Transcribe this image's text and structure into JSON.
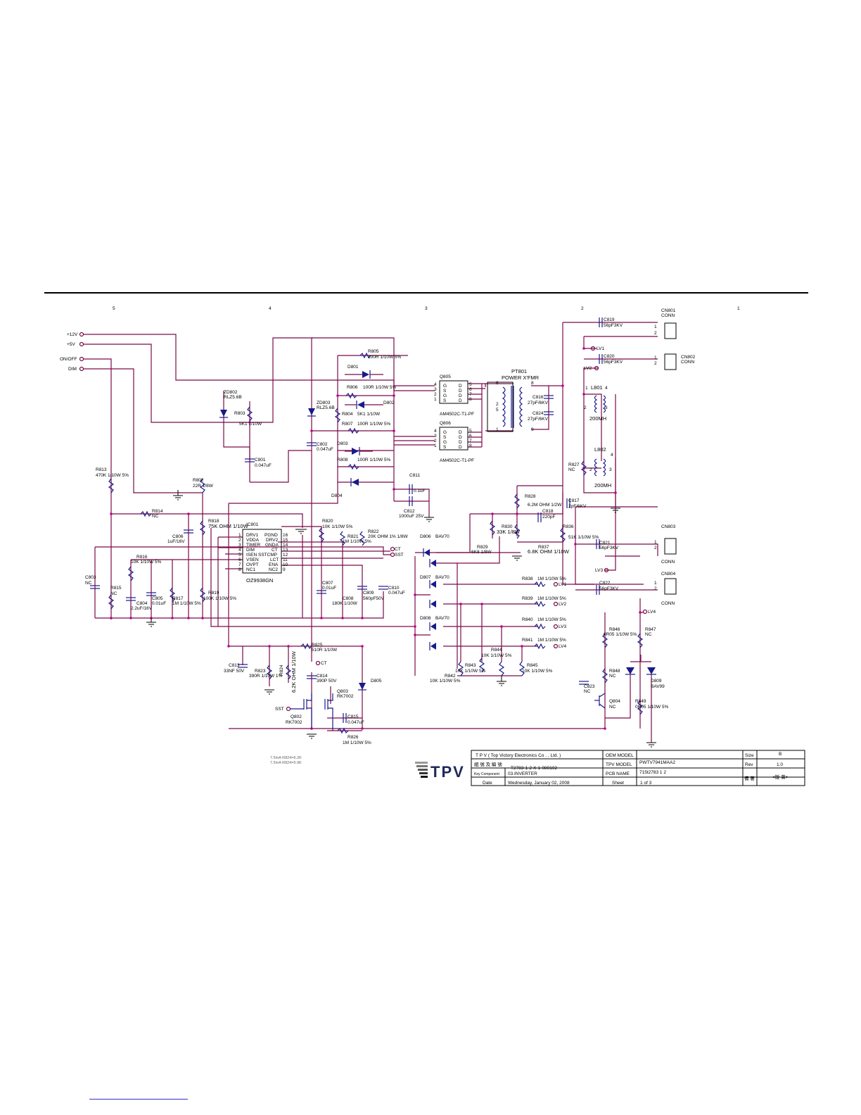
{
  "zone_markers": [
    "5",
    "4",
    "3",
    "2",
    "1"
  ],
  "nets_left": [
    "+12V",
    "+5V",
    "ON/OFF",
    "DIM"
  ],
  "ic801": {
    "ref": "IC801",
    "part": "OZ9938GN",
    "pins_left": [
      {
        "num": "1",
        "name": "DRV1"
      },
      {
        "num": "2",
        "name": "VDDA"
      },
      {
        "num": "3",
        "name": "TIMER"
      },
      {
        "num": "4",
        "name": "DIM"
      },
      {
        "num": "5",
        "name": "ISEN"
      },
      {
        "num": "6",
        "name": "VSEN"
      },
      {
        "num": "7",
        "name": "OVPT"
      },
      {
        "num": "8",
        "name": "NC1"
      }
    ],
    "pins_right": [
      {
        "num": "16",
        "name": "PGND"
      },
      {
        "num": "15",
        "name": "DRV2"
      },
      {
        "num": "14",
        "name": "GNDA"
      },
      {
        "num": "13",
        "name": "CT"
      },
      {
        "num": "12",
        "name": "SSTCMP"
      },
      {
        "num": "11",
        "name": "LCT"
      },
      {
        "num": "10",
        "name": "ENA"
      },
      {
        "num": "9",
        "name": "NC2"
      }
    ]
  },
  "components": {
    "zd802": {
      "ref": "ZD802",
      "value": "RLZ5.6B"
    },
    "zd803": {
      "ref": "ZD803",
      "value": "RLZ5.6B"
    },
    "r803": {
      "ref": "R803",
      "value": "5K1 1/10W"
    },
    "r804": {
      "ref": "R804",
      "value": "5K1 1/10W"
    },
    "r805": {
      "ref": "R805",
      "value": "100R 1/10W 5%"
    },
    "r806": {
      "ref": "R806",
      "value": "100R 1/10W 5%"
    },
    "r807": {
      "ref": "R807",
      "value": "100R 1/10W 5%"
    },
    "r808": {
      "ref": "R808",
      "value": "100R 1/10W 5%"
    },
    "d801": {
      "ref": "D801"
    },
    "d802": {
      "ref": "D802"
    },
    "d803": {
      "ref": "D803"
    },
    "d804": {
      "ref": "D804"
    },
    "c801": {
      "ref": "C801",
      "value": "0.047uF"
    },
    "c802": {
      "ref": "C802",
      "value": "0.047uF"
    },
    "c811": {
      "ref": "C811",
      "value": "0.1uF"
    },
    "c812": {
      "ref": "C812",
      "value": "1000uF 25V"
    },
    "q805": {
      "ref": "Q805",
      "value": "AM4502C-T1-PF"
    },
    "q806": {
      "ref": "Q806",
      "value": "AM4502C-T1-PF"
    },
    "pt801": {
      "ref": "PT801",
      "value": "POWER X'FMR"
    },
    "c816": {
      "ref": "C816",
      "value": "27pF/6KV"
    },
    "c824": {
      "ref": "C824",
      "value": "27pF/6KV"
    },
    "c819": {
      "ref": "C819",
      "value": "56pF3KV"
    },
    "c820": {
      "ref": "C820",
      "value": "56pF3KV"
    },
    "c821": {
      "ref": "C821",
      "value": "56pF3KV"
    },
    "c822": {
      "ref": "C822",
      "value": "56pF3KV"
    },
    "l801": {
      "ref": "L801",
      "value": "200MH"
    },
    "l802": {
      "ref": "L802",
      "value": "200MH"
    },
    "r827": {
      "ref": "R827",
      "value": "NC"
    },
    "r828": {
      "ref": "R828",
      "value": "6.2M OHM 1/2W"
    },
    "c817": {
      "ref": "C817",
      "value": "2pF/6KV"
    },
    "c818": {
      "ref": "C818",
      "value": "220pF"
    },
    "r830": {
      "ref": "R830",
      "value": "33K 1/8W"
    },
    "r829": {
      "ref": "R829",
      "value": "6K8 1/8W"
    },
    "r836": {
      "ref": "R836",
      "value": "51K 1/10W 5%"
    },
    "r837": {
      "ref": "R837",
      "value": "6.8K OHM 1/10W"
    },
    "r813": {
      "ref": "R813",
      "value": "470K 1/10W 5%"
    },
    "r802": {
      "ref": "R802",
      "value": "22R 1/8W"
    },
    "r814": {
      "ref": "R814",
      "value": "NC"
    },
    "r818": {
      "ref": "R818",
      "value": "75K OHM 1/10W"
    },
    "c806": {
      "ref": "C806",
      "value": "1uF/16V"
    },
    "r816": {
      "ref": "R816",
      "value": "10K 1/10W 5%"
    },
    "c803": {
      "ref": "C803",
      "value": "NC"
    },
    "r815": {
      "ref": "R815",
      "value": "NC"
    },
    "c804": {
      "ref": "C804",
      "value": "2.2uF/16V"
    },
    "c805": {
      "ref": "C805",
      "value": "0.01uF"
    },
    "r817": {
      "ref": "R817",
      "value": "1M 1/10W 5%"
    },
    "r819": {
      "ref": "R819",
      "value": "100K 1/10W 5%"
    },
    "r820": {
      "ref": "R820",
      "value": "10K 1/10W 5%"
    },
    "r821": {
      "ref": "R821",
      "value": "1M 1/10W 5%"
    },
    "r822": {
      "ref": "R822",
      "value": "20K OHM 1% 1/8W"
    },
    "c807": {
      "ref": "C807",
      "value": "0.01uF"
    },
    "c808": {
      "ref": "C808",
      "value": "180K 1/10W"
    },
    "c809": {
      "ref": "C809",
      "value": "560pF50V"
    },
    "c810": {
      "ref": "C810",
      "value": "0.047uF"
    },
    "d806": {
      "ref": "D806",
      "value": "BAV70"
    },
    "d807": {
      "ref": "D807",
      "value": "BAV70"
    },
    "d808": {
      "ref": "D808",
      "value": "BAV70"
    },
    "r838": {
      "ref": "R838",
      "value": "1M 1/10W 5%"
    },
    "r839": {
      "ref": "R839",
      "value": "1M 1/10W 5%"
    },
    "r840": {
      "ref": "R840",
      "value": "1M 1/10W 5%"
    },
    "r841": {
      "ref": "R841",
      "value": "1M 1/10W 5%"
    },
    "r842": {
      "ref": "R842",
      "value": "10K 1/10W 5%"
    },
    "r843": {
      "ref": "R843",
      "value": "10K 1/10W 5%"
    },
    "r844": {
      "ref": "R844",
      "value": "10K 1/10W 5%"
    },
    "r845": {
      "ref": "R845",
      "value": "10K 1/10W 5%"
    },
    "r825": {
      "ref": "R825",
      "value": "510R 1/10W"
    },
    "c813": {
      "ref": "C813",
      "value": "33NF 50V"
    },
    "r823": {
      "ref": "R823",
      "value": "390R 1/10W 1%"
    },
    "r824": {
      "ref": "R824",
      "value": "6.2K OHM 1/10W"
    },
    "c814": {
      "ref": "C814",
      "value": "390P 50V"
    },
    "q803": {
      "ref": "Q803",
      "value": "RK7002"
    },
    "q802": {
      "ref": "Q802",
      "value": "RK7002"
    },
    "c815": {
      "ref": "C815",
      "value": "0.047uF"
    },
    "r826": {
      "ref": "R826",
      "value": "1M 1/10W 5%"
    },
    "d805": {
      "ref": "D805"
    },
    "r846": {
      "ref": "R846",
      "value": "0R05 1/10W 5%"
    },
    "r847": {
      "ref": "R847",
      "value": "NC"
    },
    "r848": {
      "ref": "R848",
      "value": "NC"
    },
    "c823": {
      "ref": "C823",
      "value": "NC"
    },
    "q804": {
      "ref": "Q804",
      "value": "NC"
    },
    "r849": {
      "ref": "R849",
      "value": "0R05 1/10W 5%"
    },
    "d809": {
      "ref": "D809",
      "value": "BAV99"
    }
  },
  "connectors": [
    {
      "ref": "CN801",
      "type": "CONN"
    },
    {
      "ref": "CN802",
      "type": "CONN"
    },
    {
      "ref": "CN803",
      "type": "CONN"
    },
    {
      "ref": "CN804",
      "type": "CONN"
    }
  ],
  "net_labels": {
    "lv1": "LV1",
    "lv2": "LV2",
    "lv3": "LV3",
    "lv4": "LV4",
    "ct": "CT",
    "sst": "SST"
  },
  "notes": [
    "7.5mA R824=6.2K",
    "7.5mA R824=5.9K"
  ],
  "title_block": {
    "company": "T P V  ( Top   Victory   Electronics   Co . ,  Ltd. )",
    "logo_text": "TPV",
    "oem_model_label": "OEM MODEL",
    "oem_model_value": "",
    "tpv_model_label": "TPV MODEL",
    "tpv_model_value": "PWTV7941MAA2",
    "drawing_no_label": "組 號 及 編 號",
    "drawing_no_value": "T2783-1-2-X-1-080102",
    "key_component_label": "Key Component",
    "key_component_value": "03.INVERTER",
    "pcb_name_label": "PCB NAME",
    "pcb_name_value": "715t2783  1  2",
    "date_label": "Date",
    "date_value": "Wednesday, January 02, 2008",
    "sheet_label": "Sheet",
    "sheet_value": "1    of     3",
    "size_label": "Size",
    "size_value": "B",
    "rev_label": "Rev",
    "rev_value": "1.0",
    "remark_label": "備 著",
    "remark_value": "<版 著>"
  }
}
